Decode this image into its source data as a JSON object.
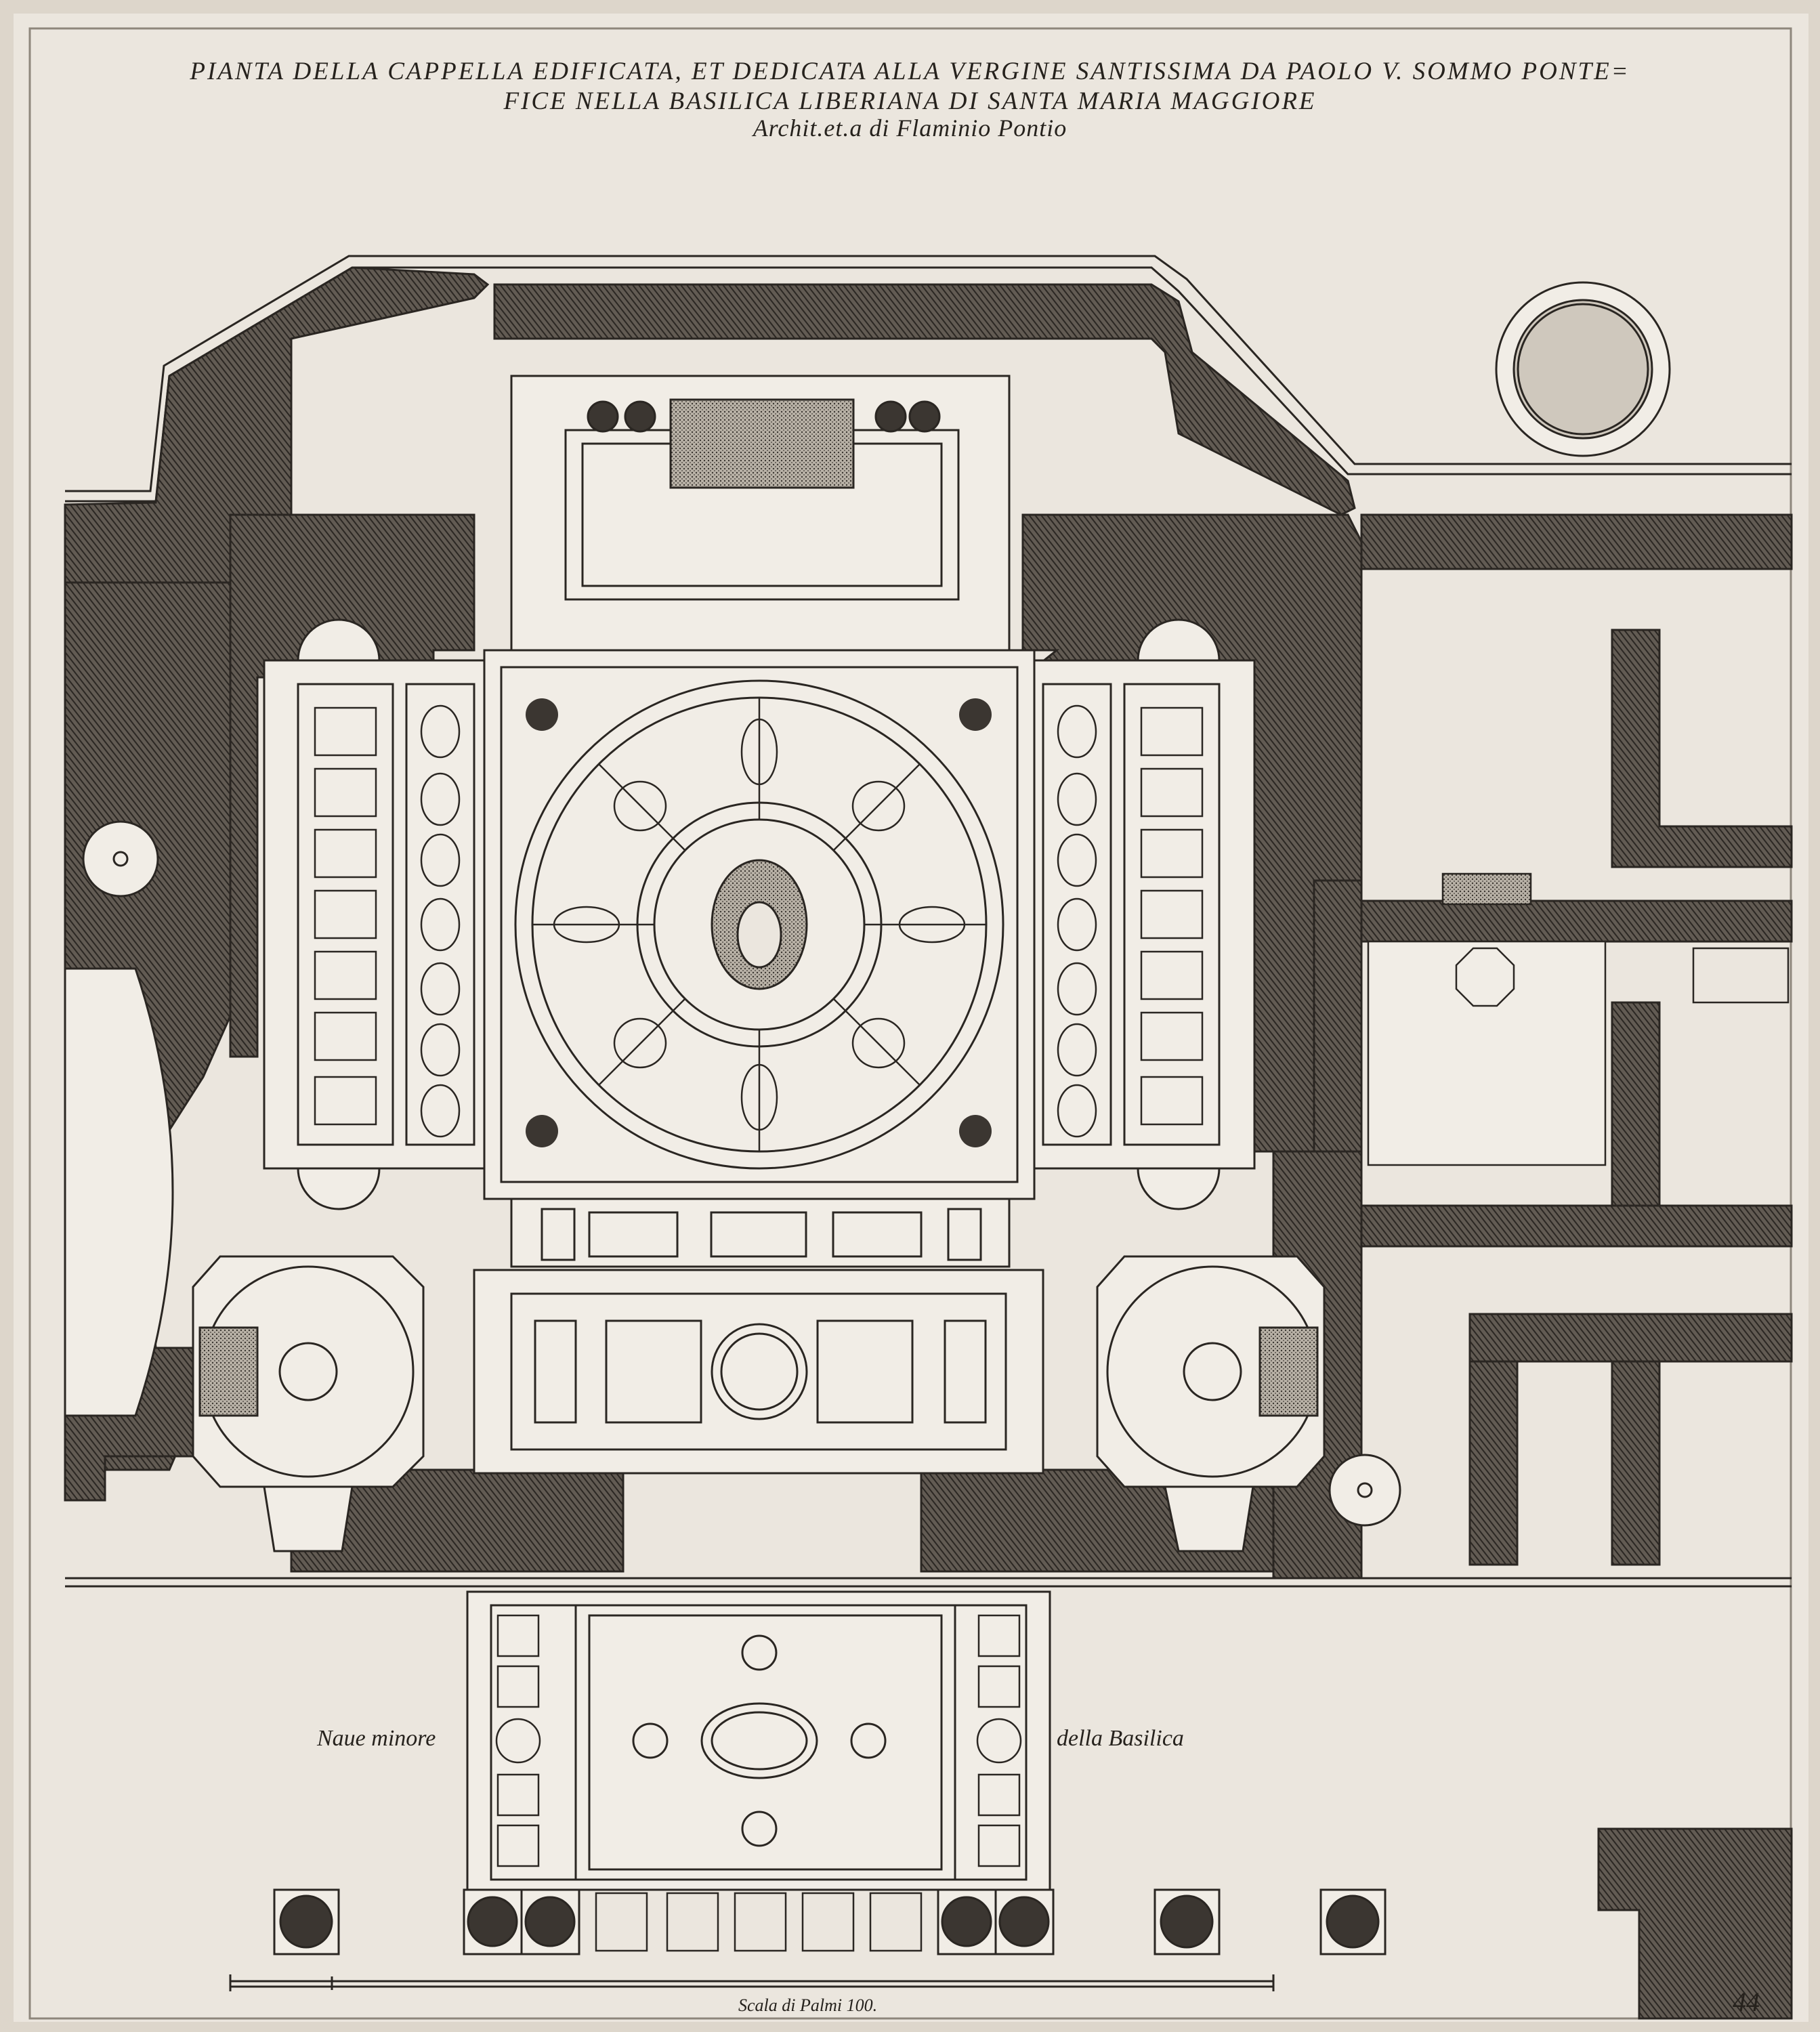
{
  "plate": {
    "title_line_1": "PIANTA DELLA CAPPELLA EDIFICATA, ET DEDICATA ALLA VERGINE SANTISSIMA DA PAOLO V. SOMMO PONTE=",
    "title_line_2": "FICE NELLA BASILICA LIBERIANA DI SANTA MARIA MAGGIORE",
    "architect": "Archit.et.a di Flaminio Pontio",
    "plate_number": "44"
  },
  "labels": {
    "left_aisle": "Naue minore",
    "right_aisle": "della Basilica"
  },
  "scale": {
    "label": "Scala di Palmi 100."
  },
  "colors": {
    "paper": "#ebe6de",
    "ink": "#2a2622",
    "hatch": "#4a4540",
    "frame": "#8e877c"
  }
}
